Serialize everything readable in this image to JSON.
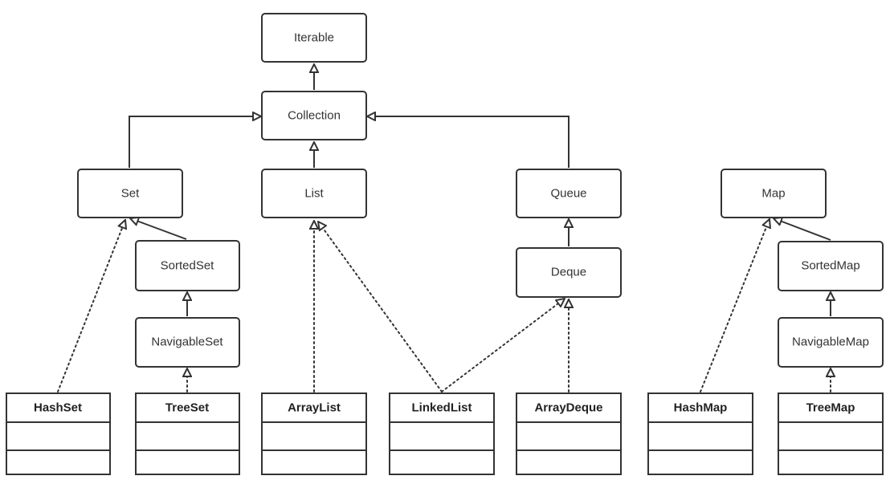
{
  "diagram": {
    "interfaces": [
      {
        "id": "iterable",
        "label": "Iterable"
      },
      {
        "id": "collection",
        "label": "Collection"
      },
      {
        "id": "set",
        "label": "Set"
      },
      {
        "id": "list",
        "label": "List"
      },
      {
        "id": "queue",
        "label": "Queue"
      },
      {
        "id": "map",
        "label": "Map"
      },
      {
        "id": "sortedset",
        "label": "SortedSet"
      },
      {
        "id": "navigableset",
        "label": "NavigableSet"
      },
      {
        "id": "deque",
        "label": "Deque"
      },
      {
        "id": "sortedmap",
        "label": "SortedMap"
      },
      {
        "id": "navigablemap",
        "label": "NavigableMap"
      }
    ],
    "classes": [
      {
        "id": "hashset",
        "label": "HashSet"
      },
      {
        "id": "treeset",
        "label": "TreeSet"
      },
      {
        "id": "arraylist",
        "label": "ArrayList"
      },
      {
        "id": "linkedlist",
        "label": "LinkedList"
      },
      {
        "id": "arraydeque",
        "label": "ArrayDeque"
      },
      {
        "id": "hashmap",
        "label": "HashMap"
      },
      {
        "id": "treemap",
        "label": "TreeMap"
      }
    ],
    "relations": [
      {
        "from": "collection",
        "to": "iterable",
        "kind": "extends"
      },
      {
        "from": "set",
        "to": "collection",
        "kind": "extends"
      },
      {
        "from": "list",
        "to": "collection",
        "kind": "extends"
      },
      {
        "from": "queue",
        "to": "collection",
        "kind": "extends"
      },
      {
        "from": "sortedset",
        "to": "set",
        "kind": "extends"
      },
      {
        "from": "navigableset",
        "to": "sortedset",
        "kind": "extends"
      },
      {
        "from": "deque",
        "to": "queue",
        "kind": "extends"
      },
      {
        "from": "sortedmap",
        "to": "map",
        "kind": "extends"
      },
      {
        "from": "navigablemap",
        "to": "sortedmap",
        "kind": "extends"
      },
      {
        "from": "hashset",
        "to": "set",
        "kind": "implements"
      },
      {
        "from": "treeset",
        "to": "navigableset",
        "kind": "implements"
      },
      {
        "from": "arraylist",
        "to": "list",
        "kind": "implements"
      },
      {
        "from": "linkedlist",
        "to": "list",
        "kind": "implements"
      },
      {
        "from": "linkedlist",
        "to": "deque",
        "kind": "implements"
      },
      {
        "from": "arraydeque",
        "to": "deque",
        "kind": "implements"
      },
      {
        "from": "hashmap",
        "to": "map",
        "kind": "implements"
      },
      {
        "from": "treemap",
        "to": "navigablemap",
        "kind": "implements"
      }
    ]
  }
}
